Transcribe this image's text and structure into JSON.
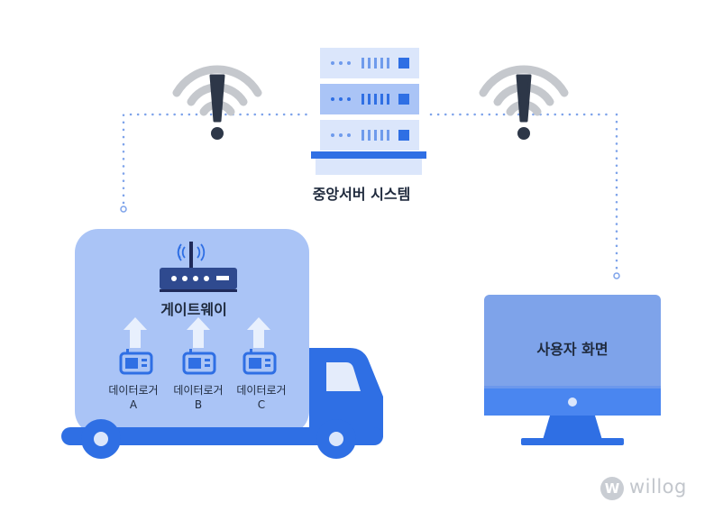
{
  "server": {
    "label": "중앙서버 시스템"
  },
  "gateway": {
    "label": "게이트웨이"
  },
  "loggers": [
    {
      "name": "데이터로거",
      "id": "A"
    },
    {
      "name": "데이터로거",
      "id": "B"
    },
    {
      "name": "데이터로거",
      "id": "C"
    }
  ],
  "screen": {
    "label": "사용자 화면"
  },
  "brand": {
    "text": "willog",
    "mark": "W"
  },
  "colors": {
    "primary": "#2f6fe4",
    "light_blue": "#aac4f6",
    "pale_blue": "#dbe6fb",
    "gray_icon": "#c5c8cd",
    "warning": "#2d3748"
  }
}
